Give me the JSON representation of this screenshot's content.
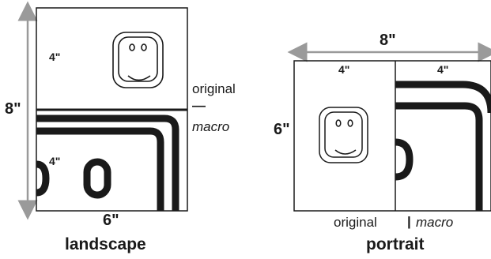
{
  "landscape": {
    "caption": "landscape",
    "height_label": "8\"",
    "width_label": "6\"",
    "top_half_label": "4\"",
    "bottom_half_label": "4\"",
    "original_label": "original",
    "divider_label": "—",
    "macro_label": "macro"
  },
  "portrait": {
    "caption": "portrait",
    "width_label": "8\"",
    "height_label": "6\"",
    "left_half_label": "4\"",
    "right_half_label": "4\"",
    "original_label": "original",
    "separator_label": "|",
    "macro_label": "macro"
  },
  "colors": {
    "stroke": "#1a1a1a",
    "arrow": "#9a9a9a"
  }
}
